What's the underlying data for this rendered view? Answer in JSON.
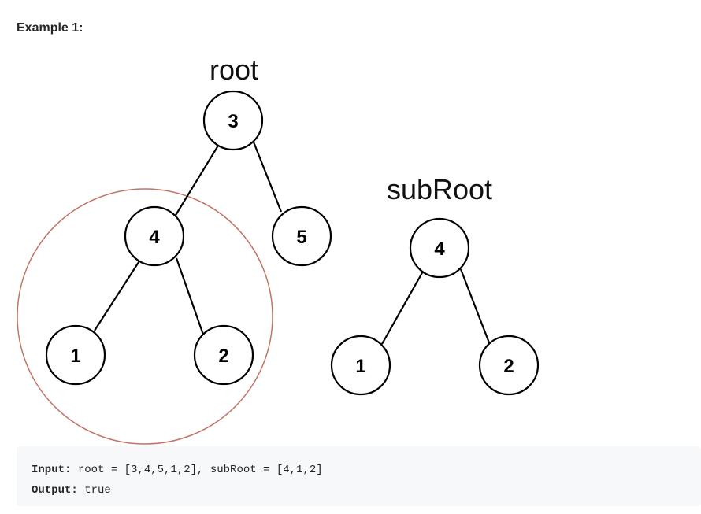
{
  "example": {
    "heading": "Example 1:"
  },
  "diagram": {
    "root_label": "root",
    "subroot_label": "subRoot",
    "root_tree": {
      "nodes": [
        "3",
        "4",
        "5",
        "1",
        "2"
      ],
      "edges": [
        [
          "3",
          "4"
        ],
        [
          "3",
          "5"
        ],
        [
          "4",
          "1"
        ],
        [
          "4",
          "2"
        ]
      ]
    },
    "subroot_tree": {
      "nodes": [
        "4",
        "1",
        "2"
      ],
      "edges": [
        [
          "4",
          "1"
        ],
        [
          "4",
          "2"
        ]
      ]
    },
    "highlight_color": "#c27467"
  },
  "code": {
    "input_key": "Input:",
    "input_value": "root = [3,4,5,1,2], subRoot = [4,1,2]",
    "output_key": "Output:",
    "output_value": "true"
  }
}
